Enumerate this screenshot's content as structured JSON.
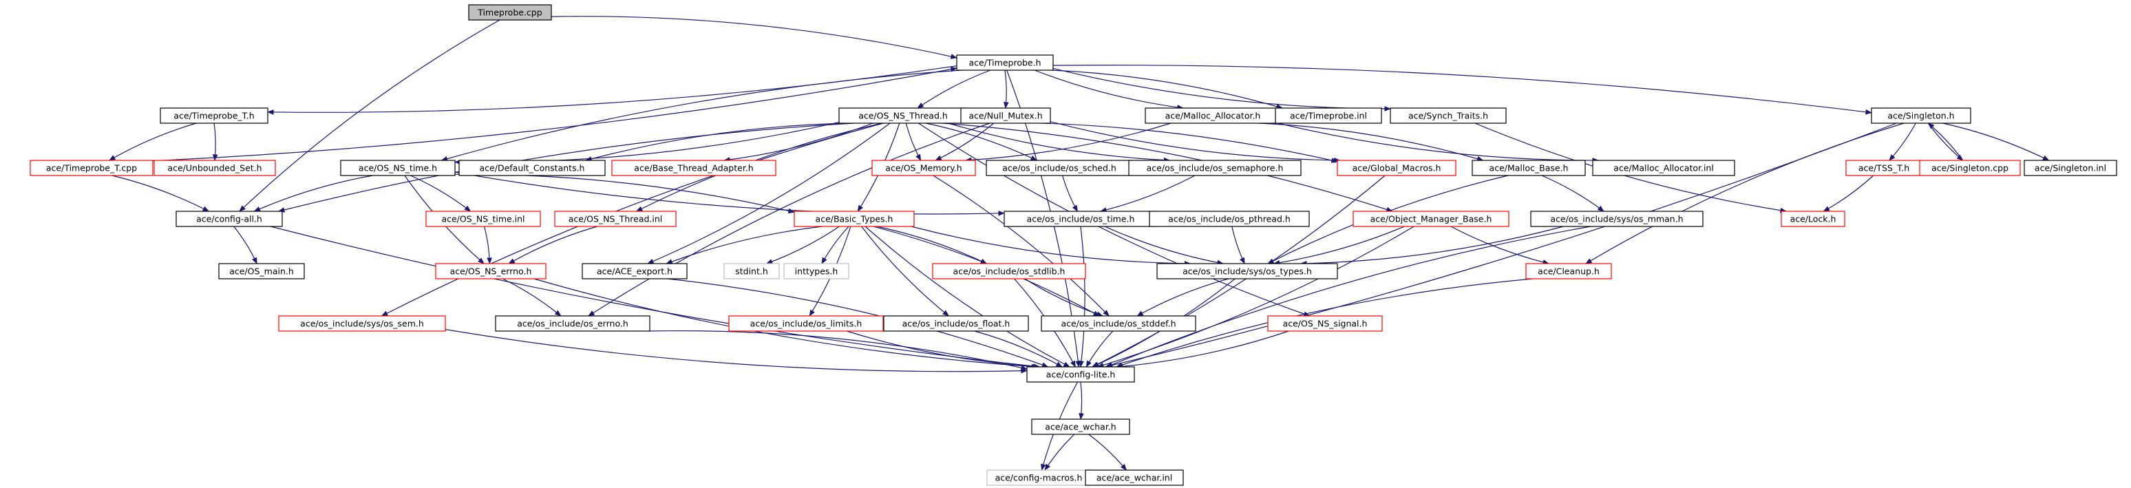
{
  "colors": {
    "edge": "#191970",
    "root_fill": "#bfbfbf",
    "normal_border": "#000000",
    "truncated_border": "#ff0000",
    "external_border": "#bfbfbf",
    "text": "#000000"
  },
  "nodes": [
    {
      "id": "timeprobe_cpp",
      "label": "Timeprobe.cpp",
      "style": "root"
    },
    {
      "id": "timeprobe_h",
      "label": "ace/Timeprobe.h",
      "style": "normal"
    },
    {
      "id": "timeprobe_t_h",
      "label": "ace/Timeprobe_T.h",
      "style": "normal"
    },
    {
      "id": "os_ns_thread_h",
      "label": "ace/OS_NS_Thread.h",
      "style": "normal"
    },
    {
      "id": "null_mutex_h",
      "label": "ace/Null_Mutex.h",
      "style": "normal"
    },
    {
      "id": "malloc_allocator_h",
      "label": "ace/Malloc_Allocator.h",
      "style": "normal"
    },
    {
      "id": "timeprobe_inl",
      "label": "ace/Timeprobe.inl",
      "style": "normal"
    },
    {
      "id": "synch_traits_h",
      "label": "ace/Synch_Traits.h",
      "style": "normal"
    },
    {
      "id": "singleton_h",
      "label": "ace/Singleton.h",
      "style": "normal"
    },
    {
      "id": "timeprobe_t_cpp",
      "label": "ace/Timeprobe_T.cpp",
      "style": "truncated"
    },
    {
      "id": "unbounded_set_h",
      "label": "ace/Unbounded_Set.h",
      "style": "truncated"
    },
    {
      "id": "os_ns_time_h",
      "label": "ace/OS_NS_time.h",
      "style": "normal"
    },
    {
      "id": "default_constants_h",
      "label": "ace/Default_Constants.h",
      "style": "normal"
    },
    {
      "id": "base_thread_adapter_h",
      "label": "ace/Base_Thread_Adapter.h",
      "style": "truncated"
    },
    {
      "id": "os_memory_h",
      "label": "ace/OS_Memory.h",
      "style": "truncated"
    },
    {
      "id": "os_sched_h",
      "label": "ace/os_include/os_sched.h",
      "style": "normal"
    },
    {
      "id": "os_semaphore_h",
      "label": "ace/os_include/os_semaphore.h",
      "style": "normal"
    },
    {
      "id": "global_macros_h",
      "label": "ace/Global_Macros.h",
      "style": "truncated"
    },
    {
      "id": "malloc_base_h",
      "label": "ace/Malloc_Base.h",
      "style": "normal"
    },
    {
      "id": "malloc_allocator_inl",
      "label": "ace/Malloc_Allocator.inl",
      "style": "normal"
    },
    {
      "id": "tss_t_h",
      "label": "ace/TSS_T.h",
      "style": "truncated"
    },
    {
      "id": "singleton_cpp",
      "label": "ace/Singleton.cpp",
      "style": "truncated"
    },
    {
      "id": "singleton_inl",
      "label": "ace/Singleton.inl",
      "style": "normal"
    },
    {
      "id": "config_all_h",
      "label": "ace/config-all.h",
      "style": "normal"
    },
    {
      "id": "os_ns_time_inl",
      "label": "ace/OS_NS_time.inl",
      "style": "truncated"
    },
    {
      "id": "os_ns_thread_inl",
      "label": "ace/OS_NS_Thread.inl",
      "style": "truncated"
    },
    {
      "id": "basic_types_h",
      "label": "ace/Basic_Types.h",
      "style": "truncated"
    },
    {
      "id": "os_time_h",
      "label": "ace/os_include/os_time.h",
      "style": "normal"
    },
    {
      "id": "os_pthread_h",
      "label": "ace/os_include/os_pthread.h",
      "style": "normal"
    },
    {
      "id": "object_manager_base_h",
      "label": "ace/Object_Manager_Base.h",
      "style": "truncated"
    },
    {
      "id": "os_mman_h",
      "label": "ace/os_include/sys/os_mman.h",
      "style": "normal"
    },
    {
      "id": "lock_h",
      "label": "ace/Lock.h",
      "style": "truncated"
    },
    {
      "id": "os_main_h",
      "label": "ace/OS_main.h",
      "style": "normal"
    },
    {
      "id": "os_ns_errno_h",
      "label": "ace/OS_NS_errno.h",
      "style": "truncated"
    },
    {
      "id": "ace_export_h",
      "label": "ace/ACE_export.h",
      "style": "normal"
    },
    {
      "id": "stdint_h",
      "label": "stdint.h",
      "style": "external"
    },
    {
      "id": "inttypes_h",
      "label": "inttypes.h",
      "style": "external"
    },
    {
      "id": "os_stdlib_h",
      "label": "ace/os_include/os_stdlib.h",
      "style": "truncated"
    },
    {
      "id": "os_types_h",
      "label": "ace/os_include/sys/os_types.h",
      "style": "normal"
    },
    {
      "id": "cleanup_h",
      "label": "ace/Cleanup.h",
      "style": "truncated"
    },
    {
      "id": "os_sem_h",
      "label": "ace/os_include/sys/os_sem.h",
      "style": "truncated"
    },
    {
      "id": "os_errno_h",
      "label": "ace/os_include/os_errno.h",
      "style": "normal"
    },
    {
      "id": "os_limits_h",
      "label": "ace/os_include/os_limits.h",
      "style": "truncated"
    },
    {
      "id": "os_float_h",
      "label": "ace/os_include/os_float.h",
      "style": "normal"
    },
    {
      "id": "os_stddef_h",
      "label": "ace/os_include/os_stddef.h",
      "style": "normal"
    },
    {
      "id": "os_ns_signal_h",
      "label": "ace/OS_NS_signal.h",
      "style": "truncated"
    },
    {
      "id": "config_lite_h",
      "label": "ace/config-lite.h",
      "style": "normal"
    },
    {
      "id": "ace_wchar_h",
      "label": "ace/ace_wchar.h",
      "style": "normal"
    },
    {
      "id": "config_macros_h",
      "label": "ace/config-macros.h",
      "style": "external"
    },
    {
      "id": "ace_wchar_inl",
      "label": "ace/ace_wchar.inl",
      "style": "normal"
    }
  ],
  "edges": [
    [
      "timeprobe_cpp",
      "timeprobe_h"
    ],
    [
      "timeprobe_cpp",
      "config_all_h"
    ],
    [
      "timeprobe_h",
      "timeprobe_t_h"
    ],
    [
      "timeprobe_h",
      "os_ns_thread_h"
    ],
    [
      "timeprobe_h",
      "null_mutex_h"
    ],
    [
      "timeprobe_h",
      "malloc_allocator_h"
    ],
    [
      "timeprobe_h",
      "timeprobe_inl"
    ],
    [
      "timeprobe_h",
      "synch_traits_h"
    ],
    [
      "timeprobe_h",
      "singleton_h"
    ],
    [
      "timeprobe_h",
      "os_ns_time_h"
    ],
    [
      "timeprobe_h",
      "config_lite_h"
    ],
    [
      "timeprobe_t_h",
      "timeprobe_t_cpp"
    ],
    [
      "timeprobe_t_h",
      "unbounded_set_h"
    ],
    [
      "timeprobe_t_cpp",
      "timeprobe_h"
    ],
    [
      "timeprobe_t_cpp",
      "config_all_h"
    ],
    [
      "os_ns_thread_h",
      "config_all_h"
    ],
    [
      "os_ns_thread_h",
      "os_ns_time_h"
    ],
    [
      "os_ns_thread_h",
      "default_constants_h"
    ],
    [
      "os_ns_thread_h",
      "base_thread_adapter_h"
    ],
    [
      "os_ns_thread_h",
      "os_memory_h"
    ],
    [
      "os_ns_thread_h",
      "os_sched_h"
    ],
    [
      "os_ns_thread_h",
      "os_semaphore_h"
    ],
    [
      "os_ns_thread_h",
      "global_macros_h"
    ],
    [
      "os_ns_thread_h",
      "os_ns_thread_inl"
    ],
    [
      "os_ns_thread_h",
      "basic_types_h"
    ],
    [
      "os_ns_thread_h",
      "os_sem_h"
    ],
    [
      "os_ns_thread_h",
      "ace_export_h"
    ],
    [
      "os_ns_thread_h",
      "os_ns_signal_h"
    ],
    [
      "os_ns_thread_h",
      "object_manager_base_h"
    ],
    [
      "null_mutex_h",
      "global_macros_h"
    ],
    [
      "null_mutex_h",
      "os_memory_h"
    ],
    [
      "null_mutex_h",
      "os_errno_h"
    ],
    [
      "malloc_allocator_h",
      "malloc_base_h"
    ],
    [
      "malloc_allocator_h",
      "malloc_allocator_inl"
    ],
    [
      "malloc_allocator_h",
      "os_memory_h"
    ],
    [
      "synch_traits_h",
      "lock_h"
    ],
    [
      "singleton_h",
      "tss_t_h"
    ],
    [
      "singleton_h",
      "singleton_cpp"
    ],
    [
      "singleton_h",
      "singleton_inl"
    ],
    [
      "singleton_h",
      "cleanup_h"
    ],
    [
      "singleton_h",
      "config_lite_h"
    ],
    [
      "singleton_cpp",
      "singleton_h"
    ],
    [
      "tss_t_h",
      "lock_h"
    ],
    [
      "os_ns_time_h",
      "config_all_h"
    ],
    [
      "os_ns_time_h",
      "os_ns_time_inl"
    ],
    [
      "os_ns_time_h",
      "os_time_h"
    ],
    [
      "os_ns_time_h",
      "basic_types_h"
    ],
    [
      "os_ns_time_h",
      "os_ns_errno_h"
    ],
    [
      "os_ns_time_inl",
      "os_ns_errno_h"
    ],
    [
      "os_ns_thread_inl",
      "os_ns_errno_h"
    ],
    [
      "config_all_h",
      "os_main_h"
    ],
    [
      "config_all_h",
      "config_lite_h"
    ],
    [
      "os_memory_h",
      "os_stddef_h"
    ],
    [
      "os_sched_h",
      "os_time_h"
    ],
    [
      "os_semaphore_h",
      "os_time_h"
    ],
    [
      "os_time_h",
      "os_types_h"
    ],
    [
      "os_time_h",
      "config_lite_h"
    ],
    [
      "os_pthread_h",
      "os_types_h"
    ],
    [
      "malloc_base_h",
      "os_mman_h"
    ],
    [
      "malloc_base_h",
      "os_types_h"
    ],
    [
      "os_mman_h",
      "os_types_h"
    ],
    [
      "os_mman_h",
      "config_lite_h"
    ],
    [
      "object_manager_base_h",
      "os_types_h"
    ],
    [
      "object_manager_base_h",
      "cleanup_h"
    ],
    [
      "object_manager_base_h",
      "config_lite_h"
    ],
    [
      "cleanup_h",
      "config_lite_h"
    ],
    [
      "global_macros_h",
      "config_lite_h"
    ],
    [
      "basic_types_h",
      "ace_export_h"
    ],
    [
      "basic_types_h",
      "stdint_h"
    ],
    [
      "basic_types_h",
      "inttypes_h"
    ],
    [
      "basic_types_h",
      "os_stdlib_h"
    ],
    [
      "basic_types_h",
      "os_types_h"
    ],
    [
      "basic_types_h",
      "os_limits_h"
    ],
    [
      "basic_types_h",
      "os_float_h"
    ],
    [
      "basic_types_h",
      "os_stddef_h"
    ],
    [
      "basic_types_h",
      "config_lite_h"
    ],
    [
      "os_ns_errno_h",
      "os_errno_h"
    ],
    [
      "os_ns_errno_h",
      "config_lite_h"
    ],
    [
      "ace_export_h",
      "config_lite_h"
    ],
    [
      "os_stdlib_h",
      "os_stddef_h"
    ],
    [
      "os_stdlib_h",
      "config_lite_h"
    ],
    [
      "os_types_h",
      "os_stddef_h"
    ],
    [
      "os_types_h",
      "config_lite_h"
    ],
    [
      "os_sem_h",
      "config_lite_h"
    ],
    [
      "os_errno_h",
      "config_lite_h"
    ],
    [
      "os_limits_h",
      "config_lite_h"
    ],
    [
      "os_float_h",
      "config_lite_h"
    ],
    [
      "os_stddef_h",
      "config_lite_h"
    ],
    [
      "os_ns_signal_h",
      "config_lite_h"
    ],
    [
      "config_lite_h",
      "config_macros_h"
    ],
    [
      "config_lite_h",
      "ace_wchar_h"
    ],
    [
      "ace_wchar_h",
      "config_macros_h"
    ],
    [
      "ace_wchar_h",
      "ace_wchar_inl"
    ]
  ]
}
